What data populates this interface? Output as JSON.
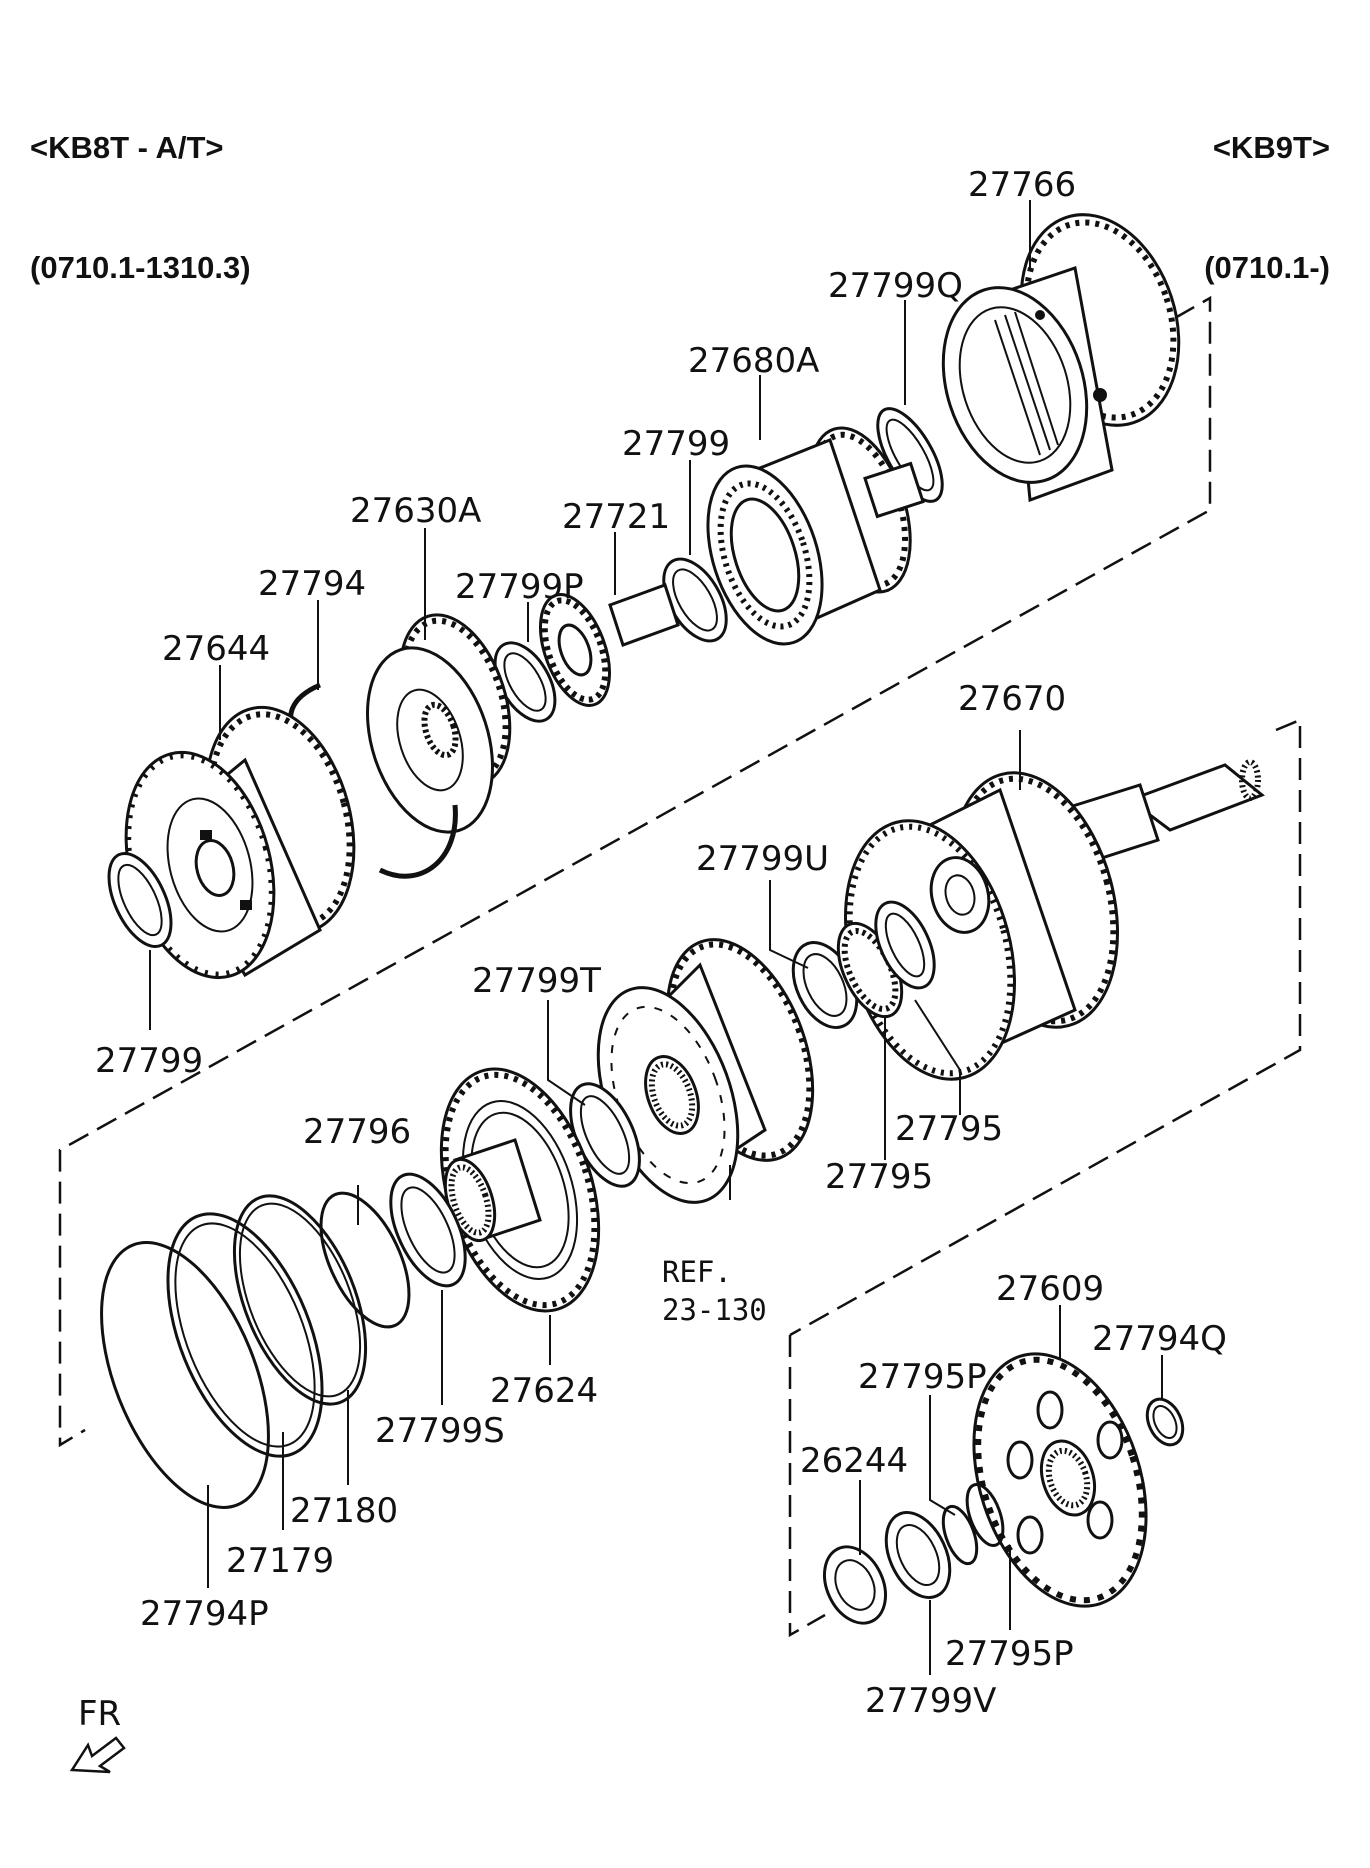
{
  "header": {
    "left_model": "<KB8T - A/T>",
    "left_date_range": "(0710.1-1310.3)",
    "right_model": "<KB9T>",
    "right_date_range": "(0710.1-)"
  },
  "callouts": [
    "27766",
    "27799Q",
    "27680A",
    "27799",
    "27721",
    "27630A",
    "27799P",
    "27794",
    "27644",
    "27799",
    "27670",
    "27799U",
    "27799T",
    "27795",
    "27795",
    "27796",
    "27624",
    "27799S",
    "27180",
    "27179",
    "27794P",
    "27609",
    "27794Q",
    "27795P",
    "26244",
    "27795P",
    "27799V"
  ],
  "reference": {
    "line1": "REF.",
    "line2": "23-130"
  },
  "direction": {
    "label": "FR"
  }
}
